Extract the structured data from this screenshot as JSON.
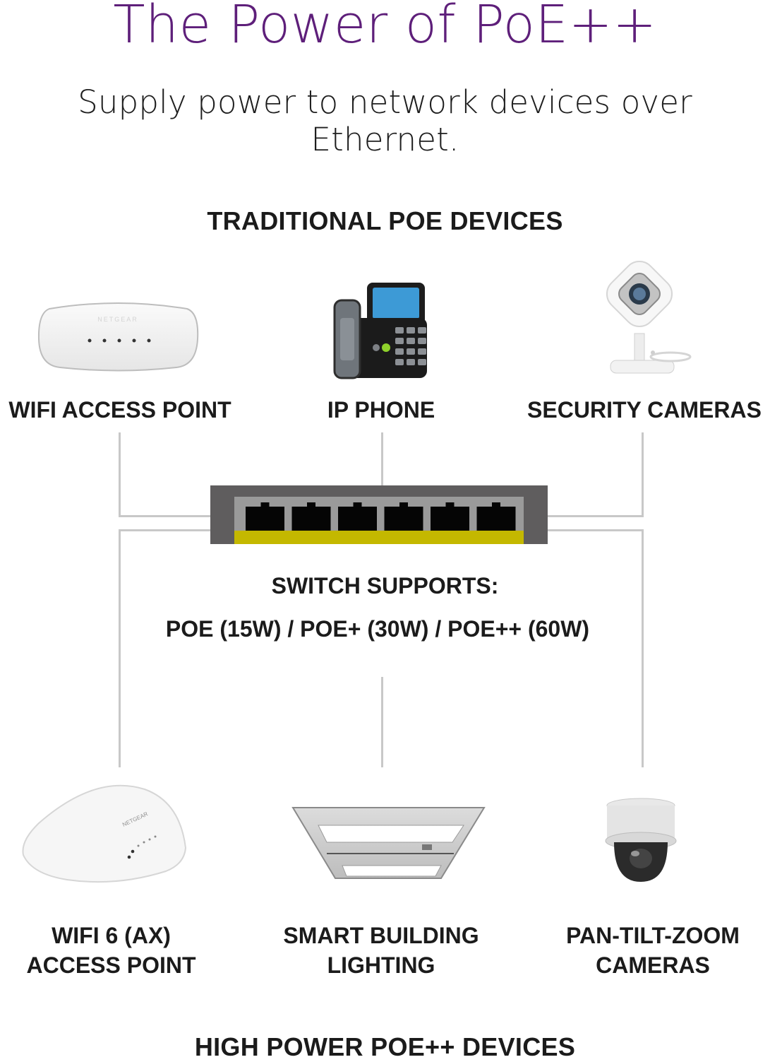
{
  "header": {
    "title": "The Power of PoE++",
    "subtitle": "Supply power to network devices over Ethernet."
  },
  "colors": {
    "title": "#5e1f7a",
    "switch_body": "#5f5d5e",
    "switch_inner": "#9a9a9a",
    "port": "#050505",
    "led_strip": "#c4b800",
    "connector_line": "#c8c8c8"
  },
  "traditional": {
    "heading": "TRADITIONAL POE DEVICES",
    "devices": [
      {
        "label": "WIFI ACCESS POINT",
        "icon": "wifi-access-point-icon"
      },
      {
        "label": "IP PHONE",
        "icon": "ip-phone-icon"
      },
      {
        "label": "SECURITY CAMERAS",
        "icon": "security-camera-icon"
      }
    ]
  },
  "switch": {
    "ports": 6,
    "supports_label": "SWITCH SUPPORTS:",
    "power_levels": "POE (15W) / POE+ (30W) / POE++ (60W)"
  },
  "high_power": {
    "heading": "HIGH POWER POE++ DEVICES",
    "devices": [
      {
        "label_line1": "WIFI 6 (AX)",
        "label_line2": "ACCESS POINT",
        "icon": "wifi6-access-point-icon"
      },
      {
        "label_line1": "SMART BUILDING",
        "label_line2": "LIGHTING",
        "icon": "smart-lighting-icon"
      },
      {
        "label_line1": "PAN-TILT-ZOOM",
        "label_line2": "CAMERAS",
        "icon": "ptz-camera-icon"
      }
    ]
  }
}
